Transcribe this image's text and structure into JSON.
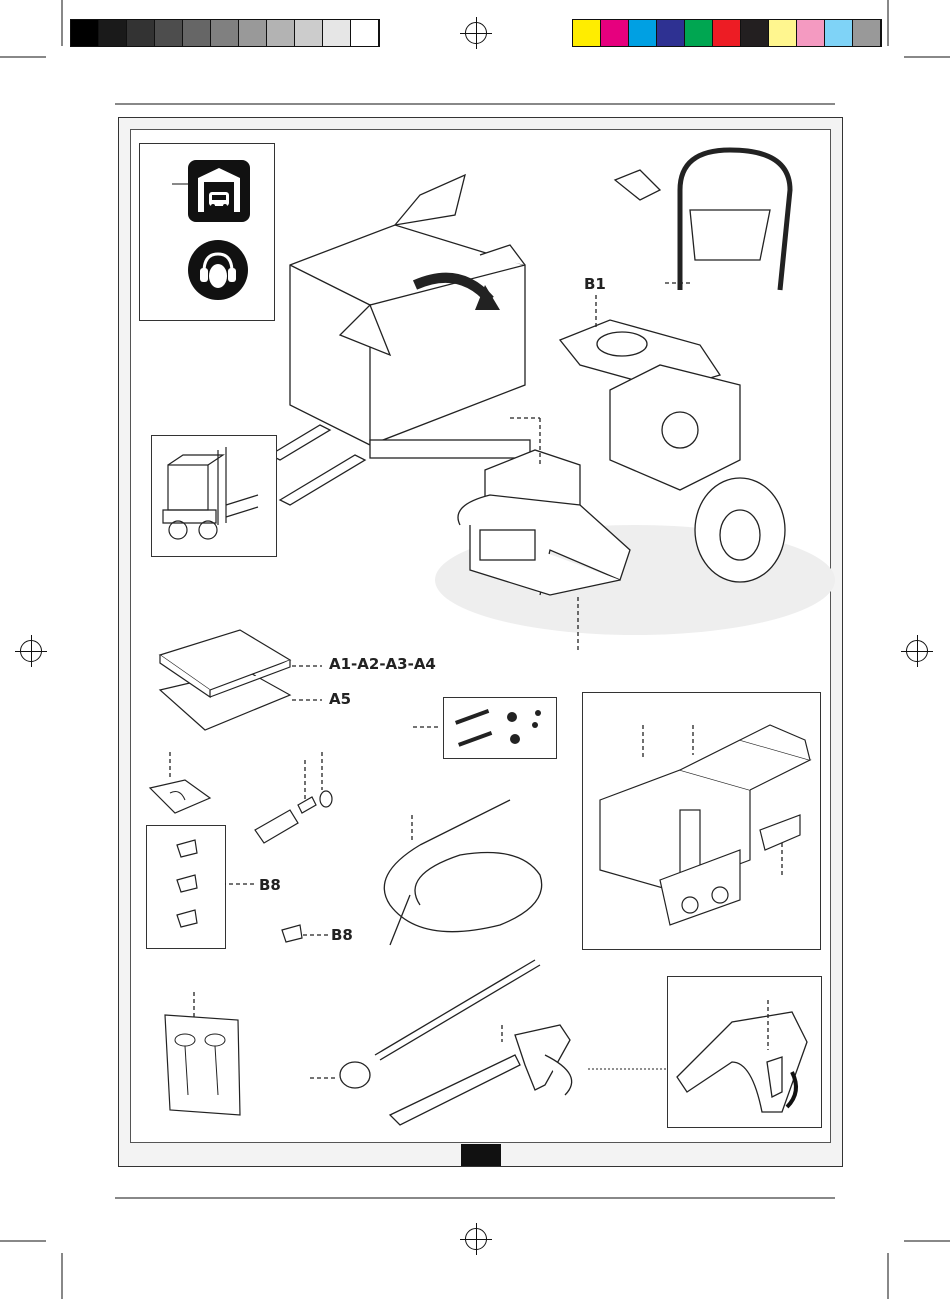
{
  "colors": {
    "gray_strip": [
      "#000000",
      "#1a1a1a",
      "#333333",
      "#4d4d4d",
      "#666666",
      "#808080",
      "#999999",
      "#b3b3b3",
      "#cccccc",
      "#e6e6e6",
      "#ffffff"
    ],
    "color_strip": [
      "#ffed00",
      "#e6007e",
      "#00a0e3",
      "#2e3192",
      "#00a651",
      "#ed1c24",
      "#231f20",
      "#fff68f",
      "#f49ac1",
      "#7fd3f7",
      "#999999"
    ],
    "frame": "#333333",
    "panel_bg": "#f3f3f3",
    "page_tab": "#111111"
  },
  "labels": {
    "b1": "B1",
    "a1_a4": "A1-A2-A3-A4",
    "a5": "A5",
    "b8_group": "B8",
    "b8_single": "B8"
  },
  "icons": {
    "garage": "indoor-vehicle-garage-icon",
    "ear": "ear-protection-icon"
  }
}
